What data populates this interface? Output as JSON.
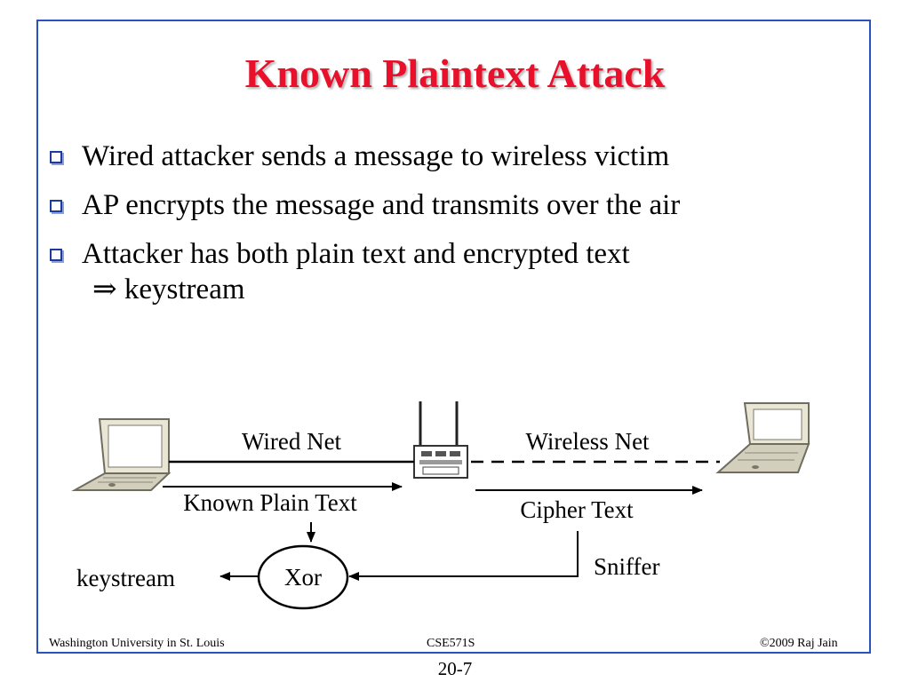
{
  "slide": {
    "title": "Known Plaintext Attack",
    "bullets": [
      "Wired attacker sends a message to wireless victim",
      "AP encrypts the message and transmits over the air",
      "Attacker has both plain text and encrypted text"
    ],
    "bullet_continuation": "⇒ keystream"
  },
  "diagram": {
    "wired_net_label": "Wired Net",
    "wireless_net_label": "Wireless Net",
    "known_plain_text_label": "Known Plain Text",
    "cipher_text_label": "Cipher Text",
    "sniffer_label": "Sniffer",
    "xor_label": "Xor",
    "keystream_label": "keystream"
  },
  "footer": {
    "left": "Washington University in St. Louis",
    "center": "CSE571S",
    "right": "©2009 Raj Jain",
    "page_number": "20-7"
  },
  "colors": {
    "title": "#e8102a",
    "frame_border": "#2a52be",
    "bullet_box": "#1a3d9b"
  }
}
